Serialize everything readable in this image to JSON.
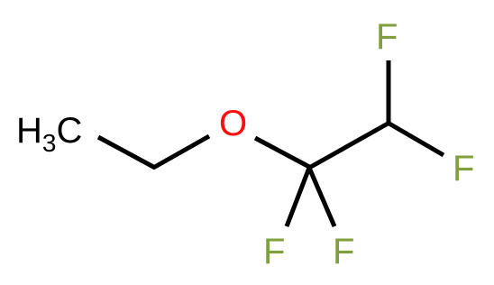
{
  "molecule": {
    "atoms": {
      "ch3": {
        "symbol": "H",
        "subscript": "3",
        "suffix": "C",
        "color": "#000000"
      },
      "oxygen": {
        "symbol": "O",
        "color": "#ff0d0d"
      },
      "f_top": {
        "symbol": "F",
        "color": "#7fa03c"
      },
      "f_right": {
        "symbol": "F",
        "color": "#7fa03c"
      },
      "f_bottom_left": {
        "symbol": "F",
        "color": "#7fa03c"
      },
      "f_bottom_right": {
        "symbol": "F",
        "color": "#7fa03c"
      }
    },
    "bond_color": "#000000"
  }
}
